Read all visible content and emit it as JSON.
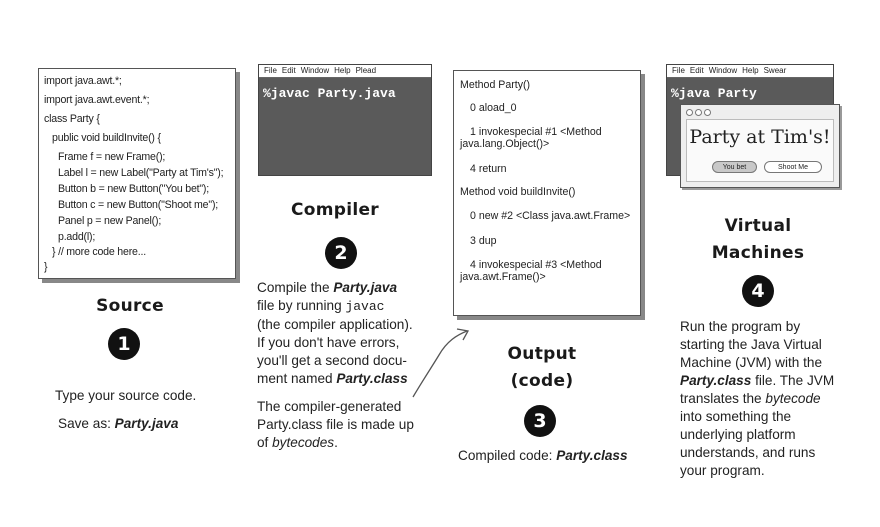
{
  "source": {
    "code_lines": [
      "import java.awt.*;",
      "import java.awt.event.*;",
      "class Party {",
      "public void buildInvite() {",
      "Frame f = new Frame();",
      "Label l = new Label(\"Party at Tim's\");",
      "Button b = new Button(\"You bet\");",
      "Button c = new Button(\"Shoot me\");",
      "Panel p = new Panel();",
      "p.add(l);",
      "}   // more code here...",
      "}"
    ],
    "heading": "Source",
    "number": "1",
    "desc_line1": "Type your source code.",
    "desc_line2_prefix": "Save as: ",
    "desc_line2_file": "Party.java"
  },
  "compiler": {
    "menu": [
      "File",
      "Edit",
      "Window",
      "Help",
      "Plead"
    ],
    "command": "%javac Party.java",
    "heading": "Compiler",
    "number": "2",
    "p1_a": "Compile the ",
    "p1_file": "Party.java",
    "p1_b": "file by running ",
    "p1_cmd": "javac",
    "p1_c": "(the compiler application).",
    "p1_d": "If you don't have  errors,",
    "p1_e": "you'll get a second docu-",
    "p1_f": "ment named ",
    "p1_file2": "Party.class",
    "p2_a": "The compiler-generated",
    "p2_b": "Party.class file is made up",
    "p2_c": "of ",
    "p2_italic": "bytecodes",
    "p2_d": "."
  },
  "output": {
    "bytecode_lines": [
      "Method Party()",
      "0 aload_0",
      "1 invokespecial #1 <Method",
      "java.lang.Object()>",
      "4 return",
      "Method void buildInvite()",
      "0 new #2 <Class java.awt.Frame>",
      "3 dup",
      "4 invokespecial #3 <Method",
      "java.awt.Frame()>"
    ],
    "heading_line1": "Output",
    "heading_line2": "(code)",
    "number": "3",
    "desc_prefix": "Compiled code: ",
    "desc_file": "Party.class"
  },
  "vm": {
    "menu": [
      "File",
      "Edit",
      "Window",
      "Help",
      "Swear"
    ],
    "command": "%java Party",
    "app_title": "Party at Tim's!",
    "button1": "You bet",
    "button2": "Shoot Me",
    "heading_line1": "Virtual",
    "heading_line2": "Machines",
    "number": "4",
    "p_a": "Run the program by",
    "p_b": "starting the Java Virtual",
    "p_c": "Machine (JVM) with the",
    "p_file": "Party.class",
    "p_d": " file. The JVM",
    "p_e": "translates the ",
    "p_italic": "bytecode",
    "p_f": "into something the",
    "p_g": "underlying platform",
    "p_h": "understands, and runs",
    "p_i": "your program."
  }
}
